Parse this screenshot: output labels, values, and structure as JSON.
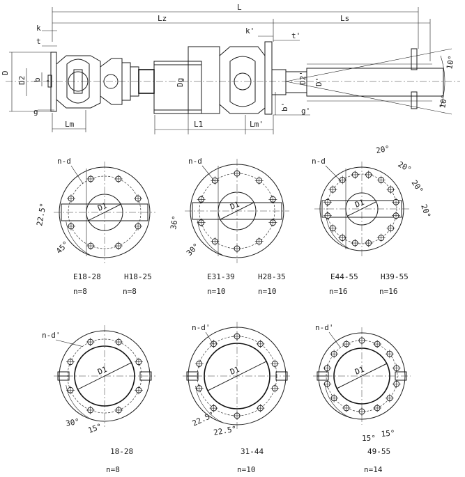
{
  "top_view": {
    "dims": {
      "L": "L",
      "Lz": "Lz",
      "Ls": "Ls",
      "k": "k",
      "t": "t",
      "k_prime": "k'",
      "t_prime": "t'",
      "D": "D",
      "D2": "D2",
      "b": "b",
      "g": "g",
      "Lm": "Lm",
      "Dg": "Dg",
      "L1": "L1",
      "Lm_prime": "Lm'",
      "b_prime": "b'",
      "g_prime": "g'",
      "D2_prime": "D2'",
      "D_prime": "D'",
      "angle_top": "10°",
      "angle_bottom": "10°"
    }
  },
  "flanges": [
    {
      "n_d": "n-d",
      "d1": "D1",
      "angles": [
        "22.5°",
        "45°"
      ],
      "series": [
        {
          "name": "E18-28",
          "n": "n=8"
        },
        {
          "name": "H18-25",
          "n": "n=8"
        }
      ]
    },
    {
      "n_d": "n-d",
      "d1": "D1",
      "angles": [
        "36°",
        "30°"
      ],
      "series": [
        {
          "name": "E31-39",
          "n": "n=10"
        },
        {
          "name": "H28-35",
          "n": "n=10"
        }
      ]
    },
    {
      "n_d": "n-d",
      "d1": "D1",
      "angles": [
        "20°",
        "20°",
        "20°",
        "20°"
      ],
      "series": [
        {
          "name": "E44-55",
          "n": "n=16"
        },
        {
          "name": "H39-55",
          "n": "n=16"
        }
      ]
    },
    {
      "n_d": "n-d'",
      "d1": "D1",
      "angles": [
        "30°",
        "15°"
      ],
      "series": [
        {
          "name": "18-28",
          "n": "n=8"
        }
      ]
    },
    {
      "n_d": "n-d'",
      "d1": "D1",
      "angles": [
        "22.5°",
        "22.5°"
      ],
      "series": [
        {
          "name": "31-44",
          "n": "n=10"
        }
      ]
    },
    {
      "n_d": "n-d'",
      "d1": "D1",
      "angles": [
        "15°",
        "15°"
      ],
      "series": [
        {
          "name": "49-55",
          "n": "n=14"
        }
      ]
    }
  ]
}
